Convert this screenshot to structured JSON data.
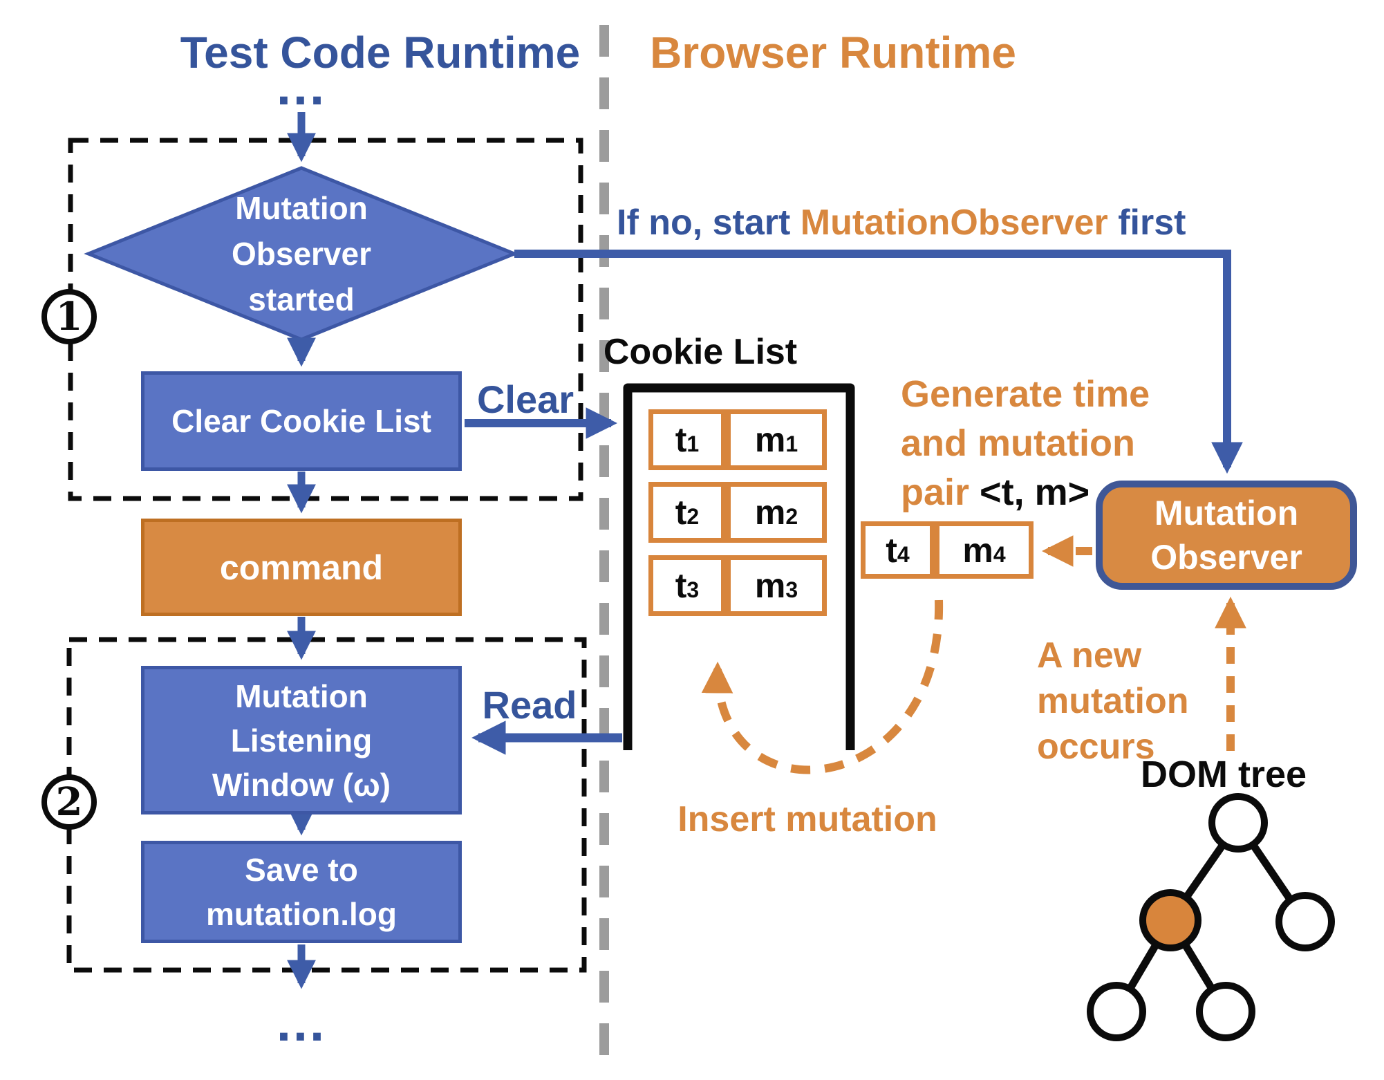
{
  "colors": {
    "flow_blue_fill": "#5A74C4",
    "flow_blue_border": "#3D57A5",
    "arrow_blue": "#3E5CA8",
    "label_blue": "#35549B",
    "orange_fill": "#D88A43",
    "orange_accent": "#D8873E",
    "pair_border_orange": "#D8853C",
    "observer_border_blue": "#3F5796",
    "divider_gray": "#9C9C9C",
    "black": "#0B0B0B"
  },
  "header": {
    "left_title": "Test Code Runtime",
    "right_title": "Browser Runtime"
  },
  "flow": {
    "top_ellipsis": "...",
    "bottom_ellipsis": "...",
    "step_badges": [
      "1",
      "2"
    ],
    "decision": {
      "lines": [
        "Mutation",
        "Observer",
        "started"
      ]
    },
    "clear_box_label": "Clear Cookie List",
    "command_label": "command",
    "listening_box": {
      "lines": [
        "Mutation",
        "Listening",
        "Window (ω)"
      ]
    },
    "save_box": {
      "lines": [
        "Save to",
        "mutation.log"
      ]
    }
  },
  "edge_labels": {
    "clear": "Clear",
    "read": "Read",
    "if_no": {
      "prefix": "If no, start ",
      "highlight": "MutationObserver",
      "suffix": " first"
    }
  },
  "cookie_list": {
    "title": "Cookie List",
    "pairs": [
      {
        "t": {
          "base": "t",
          "sub": "1"
        },
        "m": {
          "base": "m",
          "sub": "1"
        }
      },
      {
        "t": {
          "base": "t",
          "sub": "2"
        },
        "m": {
          "base": "m",
          "sub": "2"
        }
      },
      {
        "t": {
          "base": "t",
          "sub": "3"
        },
        "m": {
          "base": "m",
          "sub": "3"
        }
      }
    ]
  },
  "generated_pair": {
    "t": {
      "base": "t",
      "sub": "4"
    },
    "m": {
      "base": "m",
      "sub": "4"
    }
  },
  "browser": {
    "generate_note": {
      "lines": [
        "Generate time",
        "and mutation"
      ],
      "pair_prefix": "pair ",
      "pair_value": "<t, m>"
    },
    "observer_box": {
      "lines": [
        "Mutation",
        "Observer"
      ]
    },
    "new_mutation_note": {
      "lines": [
        "A new",
        "mutation",
        "occurs"
      ]
    },
    "insert_label": "Insert mutation",
    "dom_tree_label": "DOM tree"
  }
}
